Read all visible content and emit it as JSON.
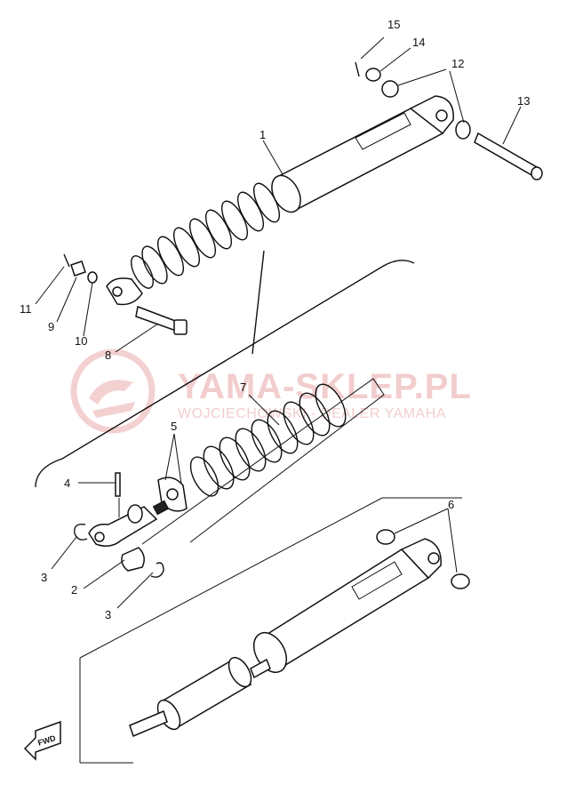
{
  "callouts": {
    "c1": "1",
    "c2": "2",
    "c3a": "3",
    "c3b": "3",
    "c4": "4",
    "c5": "5",
    "c6": "6",
    "c7": "7",
    "c8": "8",
    "c9": "9",
    "c10": "10",
    "c11": "11",
    "c12": "12",
    "c13": "13",
    "c14": "14",
    "c15": "15"
  },
  "watermark": {
    "title": "YAMA-SKLEP.PL",
    "subtitle": "WOJCIECHOWSKI - DEALER YAMAHA"
  },
  "fwd_badge": {
    "label": "FWD"
  },
  "colors": {
    "ink": "#111111",
    "watermark": "#e9a5a5"
  }
}
